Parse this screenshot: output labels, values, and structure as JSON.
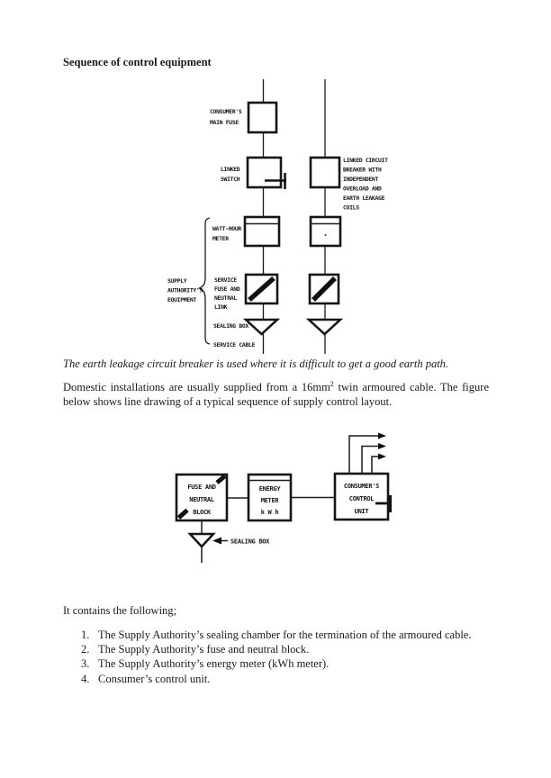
{
  "page": {
    "title": "Sequence of control equipment",
    "note": "The earth leakage circuit breaker is used where it is difficult to get a good earth path.",
    "para": {
      "pre": "Domestic installations are usually supplied from a 16mm",
      "sup": "2",
      "post": " twin armoured cable. The figure below shows line drawing of a typical sequence of supply control layout."
    },
    "contains": "It contains the following;",
    "list": [
      {
        "num": "1.",
        "text": "The Supply Authority’s sealing chamber for the termination of the armoured cable."
      },
      {
        "num": "2.",
        "text": "The Supply Authority’s fuse and neutral block."
      },
      {
        "num": "3.",
        "text": "The Supply Authority’s energy meter (kWh meter)."
      },
      {
        "num": "4.",
        "text": "Consumer’s control unit."
      }
    ]
  },
  "d1": {
    "consumers_main_fuse": [
      "CONSUMER'S",
      "MAIN FUSE"
    ],
    "linked_switch": [
      "LINKED",
      "SWITCH"
    ],
    "breaker": [
      "LINKED CIRCUIT",
      "BREAKER WITH",
      "INDEPENDENT",
      "OVERLOAD AND",
      "EARTH LEAKAGE",
      "COILS"
    ],
    "watt_hour": [
      "WATT-HOUR",
      "METER"
    ],
    "supply_equipment": [
      "SUPPLY",
      "AUTHORITY'S",
      "EQUIPMENT"
    ],
    "service_fuse": [
      "SERVICE",
      "FUSE AND",
      "NEUTRAL",
      "LINK"
    ],
    "sealing_box": "SEALING BOX",
    "service_cable": "SERVICE CABLE"
  },
  "d2": {
    "fuse_block": [
      "FUSE AND",
      "NEUTRAL",
      "BLOCK"
    ],
    "energy_meter": [
      "ENERGY",
      "METER",
      "k W h"
    ],
    "control_unit": [
      "CONSUMER'S",
      "CONTROL",
      "UNIT"
    ],
    "sealing_box": "SEALING BOX"
  }
}
